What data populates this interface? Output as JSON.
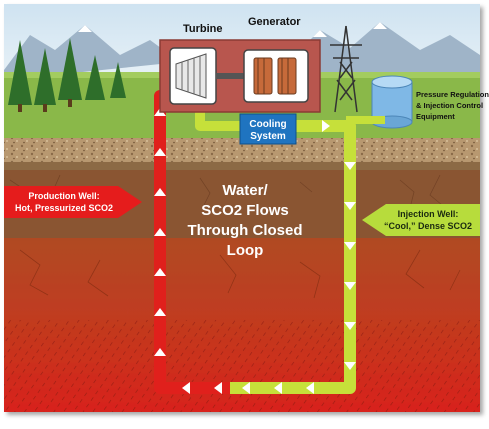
{
  "labels": {
    "turbine": "Turbine",
    "generator": "Generator",
    "cooling_line1": "Cooling",
    "cooling_line2": "System",
    "pressure_line1": "Pressure Regulation",
    "pressure_line2": "& Injection Control",
    "pressure_line3": "Equipment",
    "production_line1": "Production Well:",
    "production_line2": "Hot, Pressurized SCO2",
    "injection_line1": "Injection Well:",
    "injection_line2": "“Cool,” Dense SCO2",
    "center_line1": "Water/",
    "center_line2": "SCO2 Flows",
    "center_line3": "Through Closed",
    "center_line4": "Loop"
  },
  "colors": {
    "hot_pipe": "#e0201c",
    "cool_pipe": "#c6e03a",
    "plant_box": "#b8564e",
    "cooling_box": "#1f74c0",
    "production_arrow": "#e51c1c",
    "injection_arrow": "#b7dc3c",
    "sky": "#dcebf5",
    "grass": "#8ab84a"
  },
  "icons": [
    "turbine-icon",
    "generator-icon",
    "power-tower-icon",
    "storage-tank-icon",
    "tree-icon",
    "mountain-icon"
  ]
}
